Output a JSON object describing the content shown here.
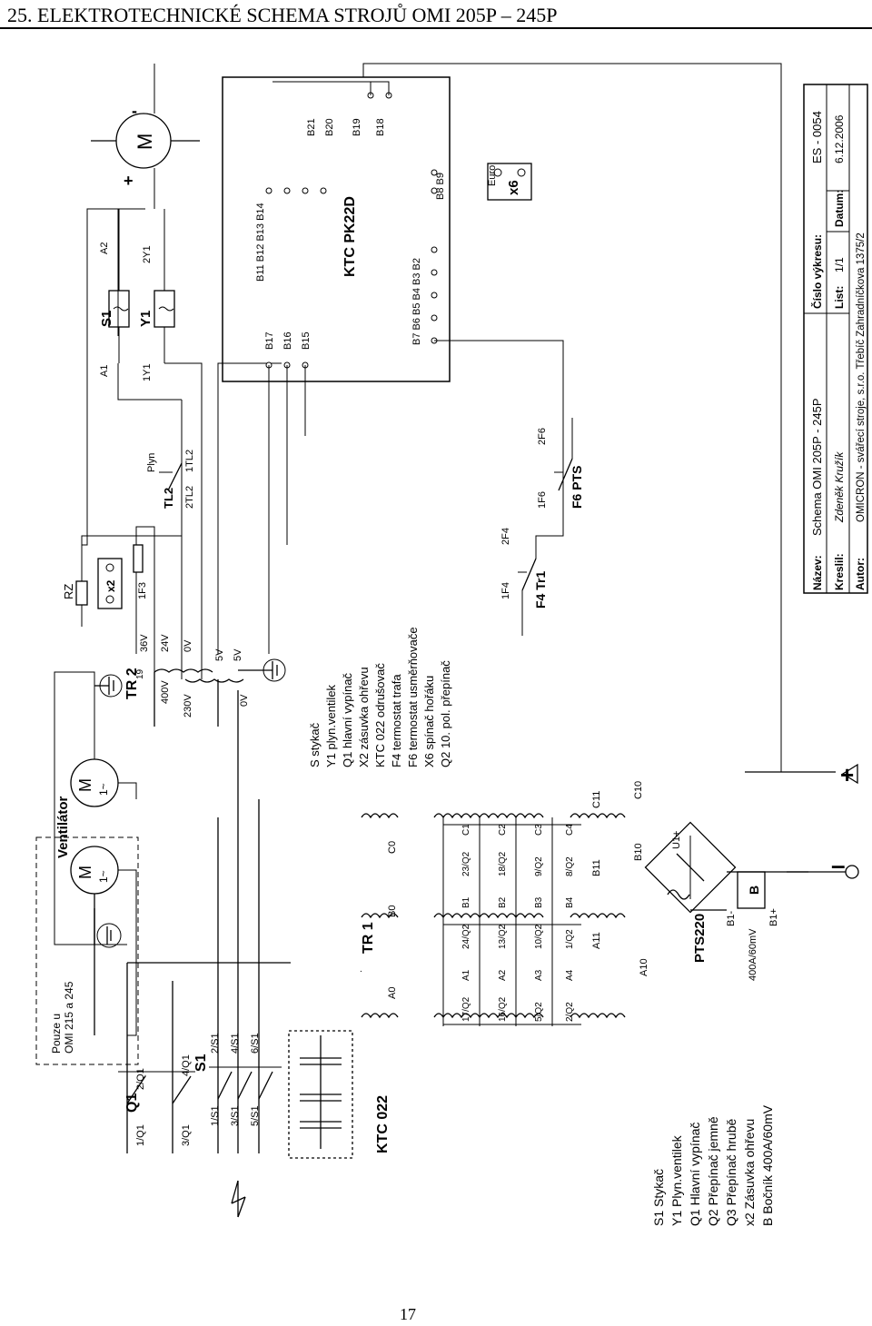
{
  "title": "25.  ELEKTROTECHNICKÉ SCHEMA STROJŮ OMI 205P – 245P",
  "page_number": "17",
  "title_block": {
    "name_label": "Název:",
    "name_value": "Schema OMI 205P - 245P",
    "drawing_no_label": "Číslo výkresu:",
    "drawing_no_value": "ES - 0054",
    "drawn_label": "Kreslil:",
    "drawn_value": "Zdeněk Kružík",
    "sheet_label": "List:",
    "sheet_value": "1/1",
    "date_label": "Datum:",
    "date_value": "6.12.2006",
    "author_label": "Autor:",
    "author_value": "OMICRON - svářecí stroje, s.r.o.  Třebíč Zahradníčkova 1375/2"
  },
  "legend_left": [
    "S1  Stykač",
    "Y1  Plyn.ventilek",
    "Q1  Hlavní vypínač",
    "Q2  Přepínač jemně",
    "Q3  Přepínač hrubě",
    "x2  Zásuvka ohřevu",
    "B  Bočník 400A/60mV"
  ],
  "legend_center": [
    "S  stykač",
    "Y1 plyn.ventilek",
    "Q1 hlavní vypínač",
    "X2 zásuvka ohřevu",
    "KTC 022 odrušovač",
    "F4 termostat trafa",
    "F6 termostat usměrňovače",
    "X6 spínač hořáku",
    "Q2 10. pol. přepínač"
  ],
  "labels": {
    "q1": "Q1",
    "q1_1": "1/Q1",
    "q1_2": "2/Q1",
    "q1_3": "3/Q1",
    "q1_4": "4/Q1",
    "s1": "S1",
    "s1_1": "1/S1",
    "s1_2": "2/S1",
    "s1_3": "3/S1",
    "s1_4": "4/S1",
    "s1_5": "5/S1",
    "s1_6": "6/S1",
    "only_note_1": "Pouze u",
    "only_note_2": "OMI 215 a 245",
    "ventilator": "Ventilátor",
    "motor": "M",
    "motor_phase": "1~",
    "ktc022": "KTC 022",
    "tr1": "TR 1",
    "a0": "A0",
    "b0": "B0",
    "c0": "C0",
    "sw": [
      "17/Q2",
      "A1",
      "24/Q2",
      "B1",
      "23/Q2",
      "C1",
      "16/Q2",
      "A2",
      "13/Q2",
      "B2",
      "18/Q2",
      "C2",
      "5/Q2",
      "A3",
      "10/Q2",
      "B3",
      "9/Q2",
      "C3",
      "2/Q2",
      "A4",
      "1/Q2",
      "B4",
      "8/Q2",
      "C4"
    ],
    "a10": "A10",
    "a11": "A11",
    "b10": "B10",
    "b11": "B11",
    "c10": "C10",
    "c11": "C11",
    "pts220": "PTS220",
    "u1p": "U1+",
    "b1m": "B1-",
    "b1p": "B1+",
    "shunt": "B",
    "shunt_rating": "400A/60mV",
    "minus": "–",
    "plus": "+",
    "tr2": "TR 2",
    "tr2_19": "19",
    "v36": "36V",
    "v24": "24V",
    "v0a": "0V",
    "v5a": "5V",
    "v5b": "5V",
    "v400": "400V",
    "v230": "230V",
    "v0b": "0V",
    "rz": "RZ",
    "x2": "x2",
    "f3": "1F3",
    "plyn": "Plyn",
    "tl2": "TL2",
    "tl2_2": "2TL2",
    "tl2_1": "1TL2",
    "a1": "A1",
    "a2": "A2",
    "s1_coil": "S1",
    "y1": "Y1",
    "y1_1": "1Y1",
    "y1_2": "2Y1",
    "m_plus": "+",
    "m_minus": "-",
    "m_dc": "M",
    "ktc_pk22d": "KTC PK22D",
    "b17": "B17",
    "b16": "B16",
    "b15": "B15",
    "b11_14": "B11  B12  B13  B14",
    "b21": "B21",
    "b20": "B20",
    "b19": "B19",
    "b18": "B18",
    "b7_2": "B7  B6  B5  B4  B3  B2",
    "b8_9": "B8  B9",
    "x6": "x6",
    "euro": "Euro",
    "f4_1": "1F4",
    "f4_2": "2F4",
    "f4tr1": "F4 Tr1",
    "f6_1": "1F6",
    "f6_2": "2F6",
    "f6pts": "F6 PTS",
    "dot_mark": "."
  }
}
